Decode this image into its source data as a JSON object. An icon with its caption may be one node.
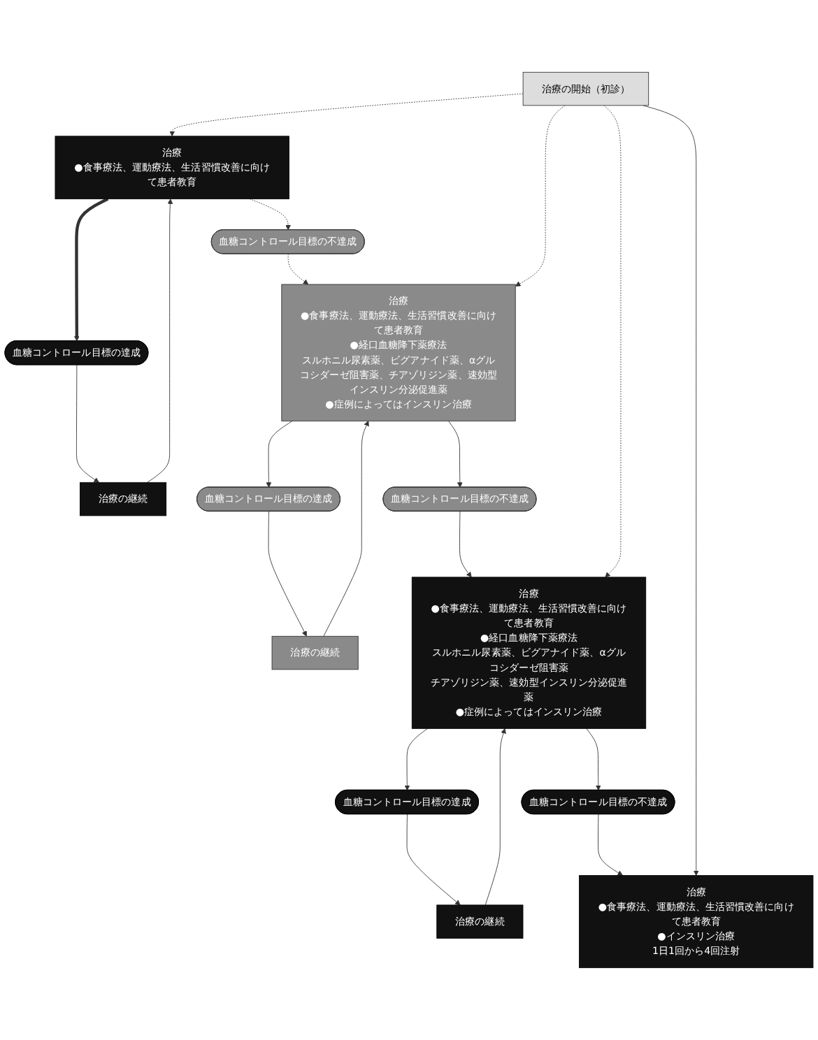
{
  "diagram": {
    "nodes": [
      {
        "text": [
          "治療の開始（初診）"
        ]
      },
      {
        "text": [
          "治療",
          "●食事療法、運動療法、生活習慣改善に向けて患者教育"
        ]
      },
      {
        "text": [
          "治療の継続"
        ]
      },
      {
        "text": [
          "血糖コントロール目標の達成"
        ]
      },
      {
        "text": [
          "血糖コントロール目標の不達成"
        ]
      },
      {
        "text": [
          "治療",
          "●食事療法、運動療法、生活習慣改善に向けて患者教育",
          "●経口血糖降下薬療法",
          "スルホニル尿素薬、ビグアナイド薬、αグルコシダーゼ阻害薬、チアゾリジン薬、速効型インスリン分泌促進薬",
          "●症例によってはインスリン治療"
        ]
      },
      {
        "text": [
          "治療の継続"
        ]
      },
      {
        "text": [
          "血糖コントロール目標の達成"
        ]
      },
      {
        "text": [
          "血糖コントロール目標の不達成"
        ]
      },
      {
        "text": [
          "治療",
          "●食事療法、運動療法、生活習慣改善に向けて患者教育",
          "●経口血糖降下薬療法",
          "スルホニル尿素薬、ビグアナイド薬、αグルコシダーゼ阻害薬",
          "チアゾリジン薬、速効型インスリン分泌促進薬",
          "●症例によってはインスリン治療"
        ]
      },
      {
        "text": [
          "治療の継続"
        ]
      },
      {
        "text": [
          "血糖コントロール目標の達成"
        ]
      },
      {
        "text": [
          "血糖コントロール目標の不達成"
        ]
      },
      {
        "text": [
          "治療",
          "●食事療法、運動療法、生活習慣改善に向けて患者教育",
          "●インスリン治療",
          "1日1回から4回注射"
        ]
      }
    ],
    "edges": [
      {
        "from": 0,
        "to": 1,
        "arrow": "to",
        "style": "dashed"
      },
      {
        "from": 1,
        "to": 3,
        "arrow": "to",
        "style": "thick"
      },
      {
        "from": 1,
        "to": 4,
        "arrow": "to",
        "style": "dashed"
      },
      {
        "from": 2,
        "to": 1,
        "arrow": "to"
      },
      {
        "from": 3,
        "to": 2,
        "arrow": "to"
      },
      {
        "from": 4,
        "to": 5,
        "arrow": "to",
        "style": "dashed"
      },
      {
        "from": 0,
        "to": 5,
        "arrow": "to",
        "style": "dashed"
      },
      {
        "from": 5,
        "to": 7,
        "arrow": "to"
      },
      {
        "from": 5,
        "to": 8,
        "arrow": "to"
      },
      {
        "from": 6,
        "to": 5,
        "arrow": "to"
      },
      {
        "from": 7,
        "to": 6,
        "arrow": "to"
      },
      {
        "from": 8,
        "to": 9,
        "arrow": "to"
      },
      {
        "from": 0,
        "to": 9,
        "arrow": "to",
        "style": "dashed"
      },
      {
        "from": 9,
        "to": 11,
        "arrow": "to"
      },
      {
        "from": 9,
        "to": 12,
        "arrow": "to"
      },
      {
        "from": 10,
        "to": 9,
        "arrow": "to"
      },
      {
        "from": 11,
        "to": 10,
        "arrow": "to"
      },
      {
        "from": 12,
        "to": 13,
        "arrow": "to"
      },
      {
        "from": 0,
        "to": 13,
        "arrow": "to"
      }
    ]
  }
}
